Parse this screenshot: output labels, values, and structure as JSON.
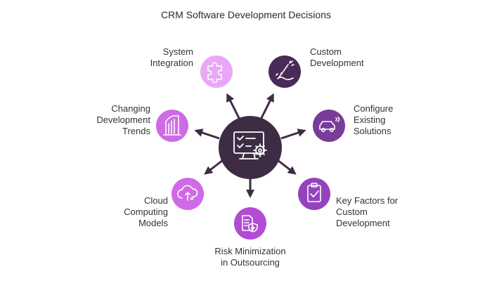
{
  "title": "CRM Software Development Decisions",
  "colors": {
    "center": "#3e2c44",
    "dark_purple": "#4a2a58",
    "purple": "#7a3c99",
    "violet": "#9543bd",
    "magenta": "#b24bd6",
    "light_purple": "#cf6ae6",
    "lavender": "#e9a7f5",
    "arrow": "#3e2c44"
  },
  "center_node": {
    "icon": "monitor-checklist-gear-icon"
  },
  "nodes": [
    {
      "id": "system-integration",
      "lines": [
        "System",
        "Integration"
      ],
      "icon": "puzzle-icon"
    },
    {
      "id": "custom-development",
      "lines": [
        "Custom",
        "Development"
      ],
      "icon": "magic-wand-icon"
    },
    {
      "id": "configure-existing-solutions",
      "lines": [
        "Configure",
        "Existing",
        "Solutions"
      ],
      "icon": "car-icon"
    },
    {
      "id": "key-factors",
      "lines": [
        "Key Factors for",
        "Custom",
        "Development"
      ],
      "icon": "clipboard-check-icon"
    },
    {
      "id": "risk-minimization",
      "lines": [
        "Risk Minimization",
        "in Outsourcing"
      ],
      "icon": "document-shield-icon"
    },
    {
      "id": "cloud-computing",
      "lines": [
        "Cloud",
        "Computing",
        "Models"
      ],
      "icon": "cloud-upload-icon"
    },
    {
      "id": "changing-trends",
      "lines": [
        "Changing",
        "Development",
        "Trends"
      ],
      "icon": "building-icon"
    }
  ]
}
